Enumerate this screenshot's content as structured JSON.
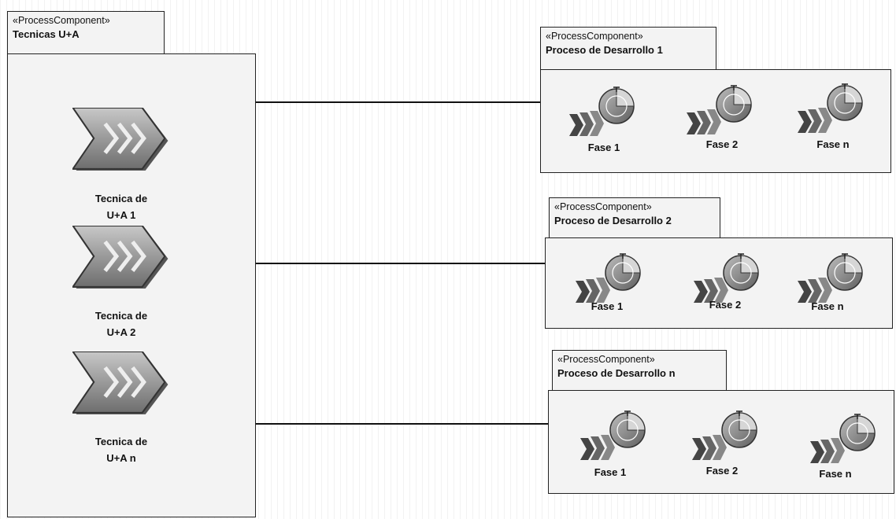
{
  "main_component": {
    "stereotype": "«ProcessComponent»",
    "name": "Tecnicas U+A",
    "techniques": [
      {
        "label": "Tecnica de\nU+A 1"
      },
      {
        "label": "Tecnica de\nU+A 2"
      },
      {
        "label": "Tecnica de\nU+A n"
      }
    ]
  },
  "processes": [
    {
      "stereotype": "«ProcessComponent»",
      "name": "Proceso de Desarrollo 1",
      "phases": [
        {
          "label": "Fase 1"
        },
        {
          "label": "Fase 2"
        },
        {
          "label": "Fase n"
        }
      ]
    },
    {
      "stereotype": "«ProcessComponent»",
      "name": "Proceso de Desarrollo 2",
      "phases": [
        {
          "label": "Fase 1"
        },
        {
          "label": "Fase 2"
        },
        {
          "label": "Fase n"
        }
      ]
    },
    {
      "stereotype": "«ProcessComponent»",
      "name": "Proceso de Desarrollo n",
      "phases": [
        {
          "label": "Fase 1"
        },
        {
          "label": "Fase 2"
        },
        {
          "label": "Fase n"
        }
      ]
    }
  ],
  "icons": {
    "technique": "chevron-arrow-icon",
    "phase": "phase-clock-icon"
  },
  "colors": {
    "box_fill": "#f3f3f3",
    "border": "#222222",
    "chevron_fill": "#9a9a9a",
    "chevron_dark": "#5a5a5a",
    "phase_fill": "#8a8a8a"
  }
}
